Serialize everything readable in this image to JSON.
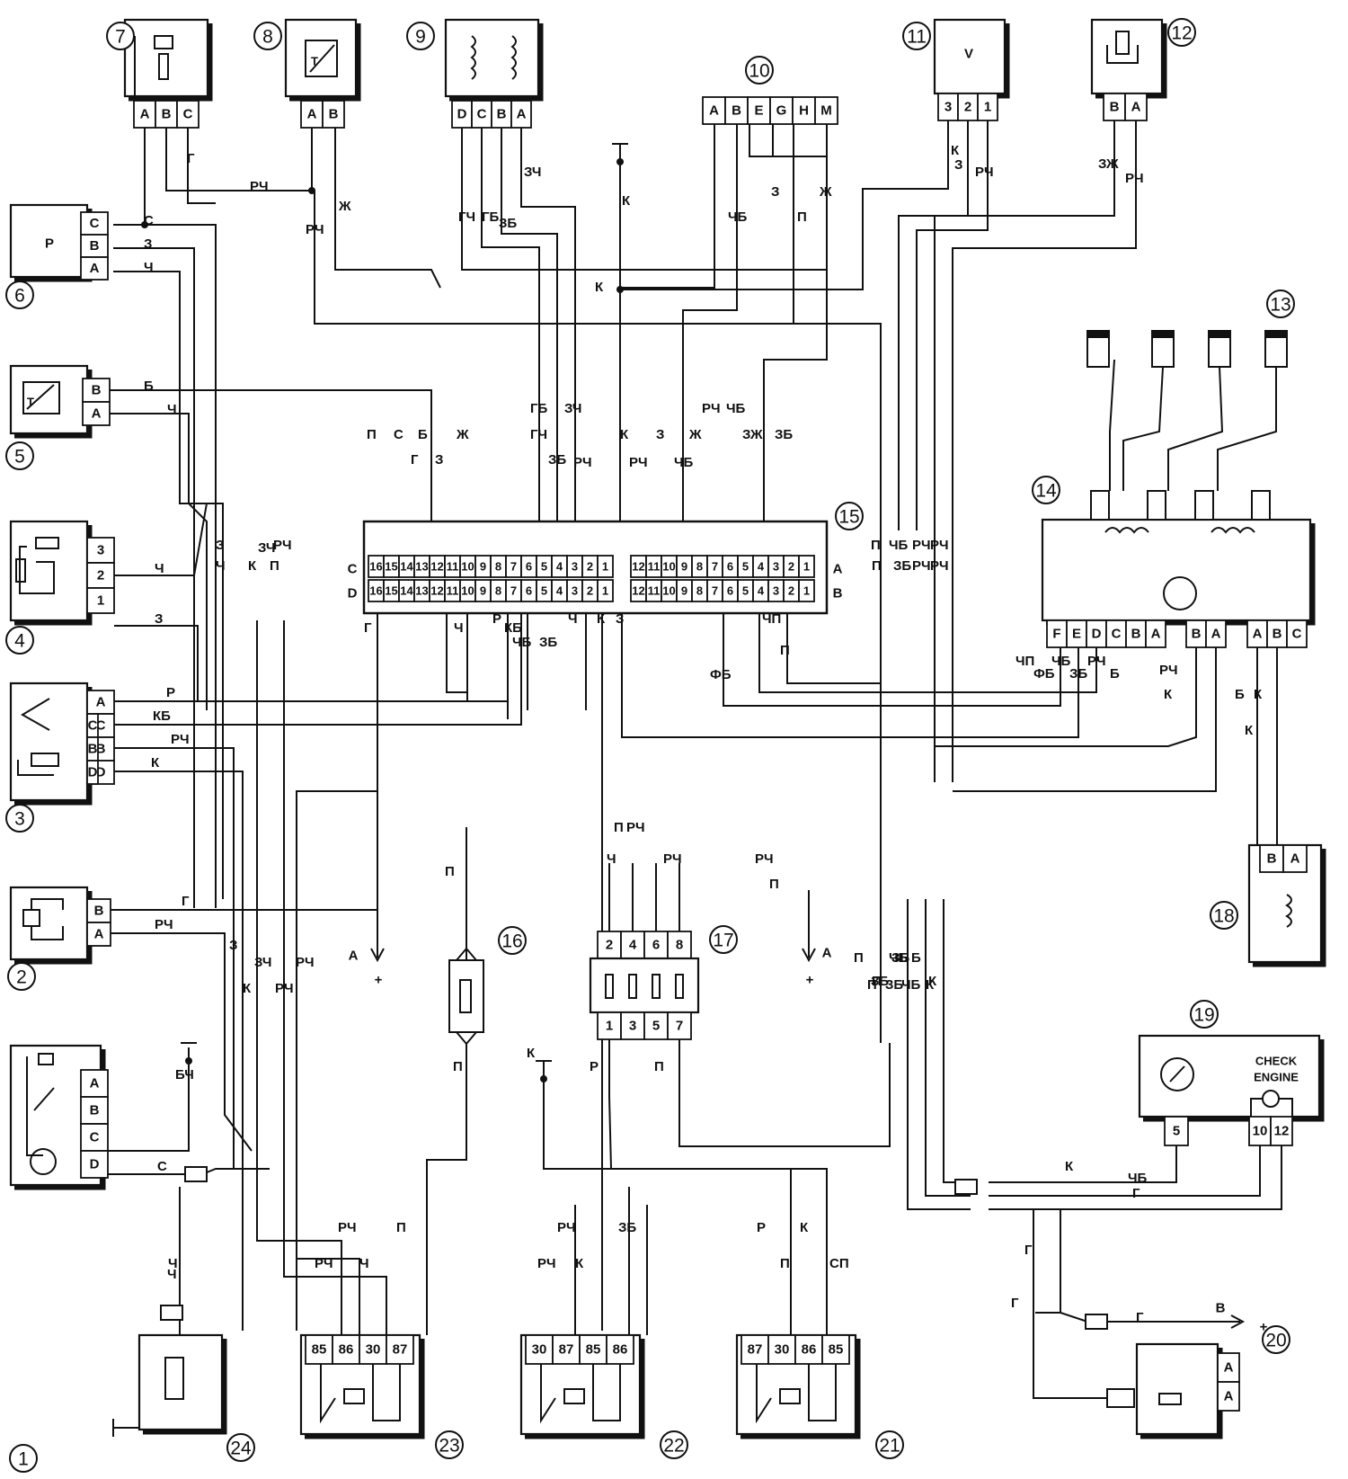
{
  "components": [
    {
      "id": "1",
      "pins": [
        "A",
        "B",
        "C",
        "D"
      ]
    },
    {
      "id": "2",
      "pins": [
        "B",
        "A"
      ]
    },
    {
      "id": "3",
      "pins": [
        "A",
        "C",
        "B",
        "D"
      ],
      "pins2": [
        "C",
        "B",
        "D"
      ]
    },
    {
      "id": "4",
      "pins": [
        "3",
        "2",
        "1"
      ],
      "pins2": [
        "1",
        "2",
        "3"
      ]
    },
    {
      "id": "5",
      "pins": [
        "B",
        "A"
      ]
    },
    {
      "id": "6",
      "pins": [
        "C",
        "B",
        "A"
      ],
      "label": "P"
    },
    {
      "id": "7",
      "pins": [
        "A",
        "B",
        "C"
      ]
    },
    {
      "id": "8",
      "pins": [
        "A",
        "B"
      ]
    },
    {
      "id": "9",
      "pins": [
        "D",
        "C",
        "B",
        "A"
      ]
    },
    {
      "id": "10",
      "pins": [
        "A",
        "B",
        "E",
        "G",
        "H",
        "M"
      ]
    },
    {
      "id": "11",
      "pins": [
        "3",
        "2",
        "1"
      ],
      "label": "V"
    },
    {
      "id": "12",
      "pins": [
        "B",
        "A"
      ]
    },
    {
      "id": "13"
    },
    {
      "id": "14",
      "pins": [
        "F",
        "E",
        "D",
        "C",
        "B",
        "A"
      ],
      "pins_mid": [
        "B",
        "A"
      ],
      "pins_right": [
        "A",
        "B",
        "C"
      ]
    },
    {
      "id": "15",
      "rows": {
        "C": [
          "16",
          "15",
          "14",
          "13",
          "12",
          "11",
          "10",
          "9",
          "8",
          "7",
          "6",
          "5",
          "4",
          "3",
          "2",
          "1"
        ],
        "D": [
          "16",
          "15",
          "14",
          "13",
          "12",
          "11",
          "10",
          "9",
          "8",
          "7",
          "6",
          "5",
          "4",
          "3",
          "2",
          "1"
        ],
        "A": [
          "12",
          "11",
          "10",
          "9",
          "8",
          "7",
          "6",
          "5",
          "4",
          "3",
          "2",
          "1"
        ],
        "B": [
          "12",
          "11",
          "10",
          "9",
          "8",
          "7",
          "6",
          "5",
          "4",
          "3",
          "2",
          "1"
        ]
      },
      "row_labels": [
        "C",
        "D",
        "A",
        "B"
      ]
    },
    {
      "id": "16"
    },
    {
      "id": "17",
      "pins_top": [
        "2",
        "4",
        "6",
        "8"
      ],
      "pins_bottom": [
        "1",
        "3",
        "5",
        "7"
      ]
    },
    {
      "id": "18",
      "pins": [
        "B",
        "A"
      ]
    },
    {
      "id": "19",
      "pins": [
        "5",
        "10",
        "12"
      ],
      "lamp_text": [
        "CHECK",
        "ENGINE"
      ]
    },
    {
      "id": "20",
      "pins": [
        "A",
        "A"
      ]
    },
    {
      "id": "21",
      "pins": [
        "87",
        "30",
        "86",
        "85"
      ]
    },
    {
      "id": "22",
      "pins": [
        "30",
        "87",
        "85",
        "86"
      ]
    },
    {
      "id": "23",
      "pins": [
        "85",
        "86",
        "30",
        "87"
      ]
    },
    {
      "id": "24"
    }
  ],
  "wire_labels": [
    "C",
    "З",
    "Ч",
    "Б",
    "Ч",
    "Ч",
    "З",
    "Р",
    "КБ",
    "РЧ",
    "К",
    "Г",
    "РЧ",
    "БЧ",
    "С",
    "Ч",
    "Г",
    "РЧ",
    "РЧ",
    "Ж",
    "ГЧ",
    "ГБ",
    "ЗБ",
    "ЗЧ",
    "К",
    "К",
    "ЧБ",
    "З",
    "П",
    "Ж",
    "К",
    "З",
    "РЧ",
    "ЗЖ",
    "РЧ",
    "К",
    "П",
    "С",
    "Б",
    "Г",
    "З",
    "Ж",
    "ГЧ",
    "ЗБ",
    "РЧ",
    "ГБ",
    "ЗЧ",
    "К",
    "РЧ",
    "З",
    "ЧБ",
    "Ж",
    "РЧ",
    "ЧБ",
    "ЗЖ",
    "ЗБ",
    "Г",
    "Ч",
    "Р",
    "ЧБ",
    "ЗБ",
    "Ч",
    "К",
    "КБ",
    "З",
    "ФБ",
    "ЧП",
    "П",
    "З",
    "Ч",
    "ЗЧ",
    "К",
    "П",
    "РЧ",
    "ЧП",
    "ФБ",
    "ЧБ",
    "ЗБ",
    "РЧ",
    "Б",
    "РЧ",
    "К",
    "Б",
    "К",
    "П",
    "ЧБ",
    "РЧ",
    "РЧ",
    "П",
    "ЗБ",
    "РЧ",
    "РЧ",
    "ЗБ",
    "П",
    "П",
    "П",
    "Ч",
    "РЧ",
    "РЧ",
    "РЧ",
    "П",
    "П",
    "Р",
    "П",
    "К",
    "З",
    "К",
    "ЗЧ",
    "РЧ",
    "РЧ",
    "П",
    "ЗБ",
    "ЧБ",
    "Б",
    "К",
    "П",
    "ЗБ",
    "ЧБ",
    "К",
    "Ч",
    "РЧ",
    "Ч",
    "РЧ",
    "П",
    "РЧ",
    "РЧ",
    "К",
    "ЗБ",
    "Р",
    "П",
    "К",
    "СП",
    "К",
    "ЧБ",
    "Г",
    "Г",
    "Г",
    "Г"
  ],
  "terminal_labels": [
    "A",
    "+",
    "A",
    "+",
    "B",
    "+"
  ]
}
